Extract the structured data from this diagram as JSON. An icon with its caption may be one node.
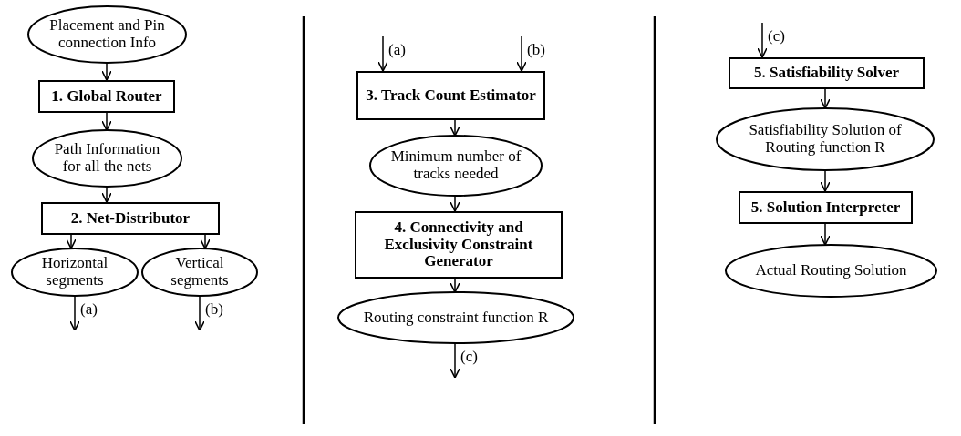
{
  "diagram": {
    "nodes": [
      {
        "text": [
          "Placement and Pin connection Info"
        ]
      },
      {
        "text": [
          "1. Global Router"
        ]
      },
      {
        "text": [
          "Path Information for all the nets"
        ]
      },
      {
        "text": [
          "2. Net-Distributor"
        ]
      },
      {
        "text": [
          "Horizontal segments"
        ]
      },
      {
        "text": [
          "Vertical segments"
        ]
      },
      {
        "text": [
          "3. Track Count Estimator"
        ]
      },
      {
        "text": [
          "Minimum number of tracks needed"
        ]
      },
      {
        "text": [
          "4. Connectivity and Exclusivity Constraint Generator"
        ]
      },
      {
        "text": [
          "Routing constraint function R"
        ]
      },
      {
        "text": [
          "5. Satisfiability Solver"
        ]
      },
      {
        "text": [
          "Satisfiability Solution of Routing function R"
        ]
      },
      {
        "text": [
          "5. Solution Interpreter"
        ]
      },
      {
        "text": [
          "Actual Routing Solution"
        ]
      }
    ],
    "edges": [
      {
        "from": 0,
        "to": 1,
        "arrow": "to"
      },
      {
        "from": 1,
        "to": 2,
        "arrow": "to"
      },
      {
        "from": 2,
        "to": 3,
        "arrow": "to"
      },
      {
        "from": 3,
        "to": 4,
        "arrow": "to"
      },
      {
        "from": 3,
        "to": 5,
        "arrow": "to"
      },
      {
        "from": 4,
        "to": null,
        "arrow": "to",
        "label": "(a)"
      },
      {
        "from": 5,
        "to": null,
        "arrow": "to",
        "label": "(b)"
      },
      {
        "from": null,
        "to": 6,
        "arrow": "to",
        "label": "(a)"
      },
      {
        "from": null,
        "to": 6,
        "arrow": "to",
        "label": "(b)"
      },
      {
        "from": 6,
        "to": 7,
        "arrow": "to"
      },
      {
        "from": 7,
        "to": 8,
        "arrow": "to"
      },
      {
        "from": 8,
        "to": 9,
        "arrow": "to"
      },
      {
        "from": 9,
        "to": null,
        "arrow": "to",
        "label": "(c)"
      },
      {
        "from": null,
        "to": 10,
        "arrow": "to",
        "label": "(c)"
      },
      {
        "from": 10,
        "to": 11,
        "arrow": "to"
      },
      {
        "from": 11,
        "to": 12,
        "arrow": "to"
      },
      {
        "from": 12,
        "to": 13,
        "arrow": "to"
      }
    ]
  }
}
